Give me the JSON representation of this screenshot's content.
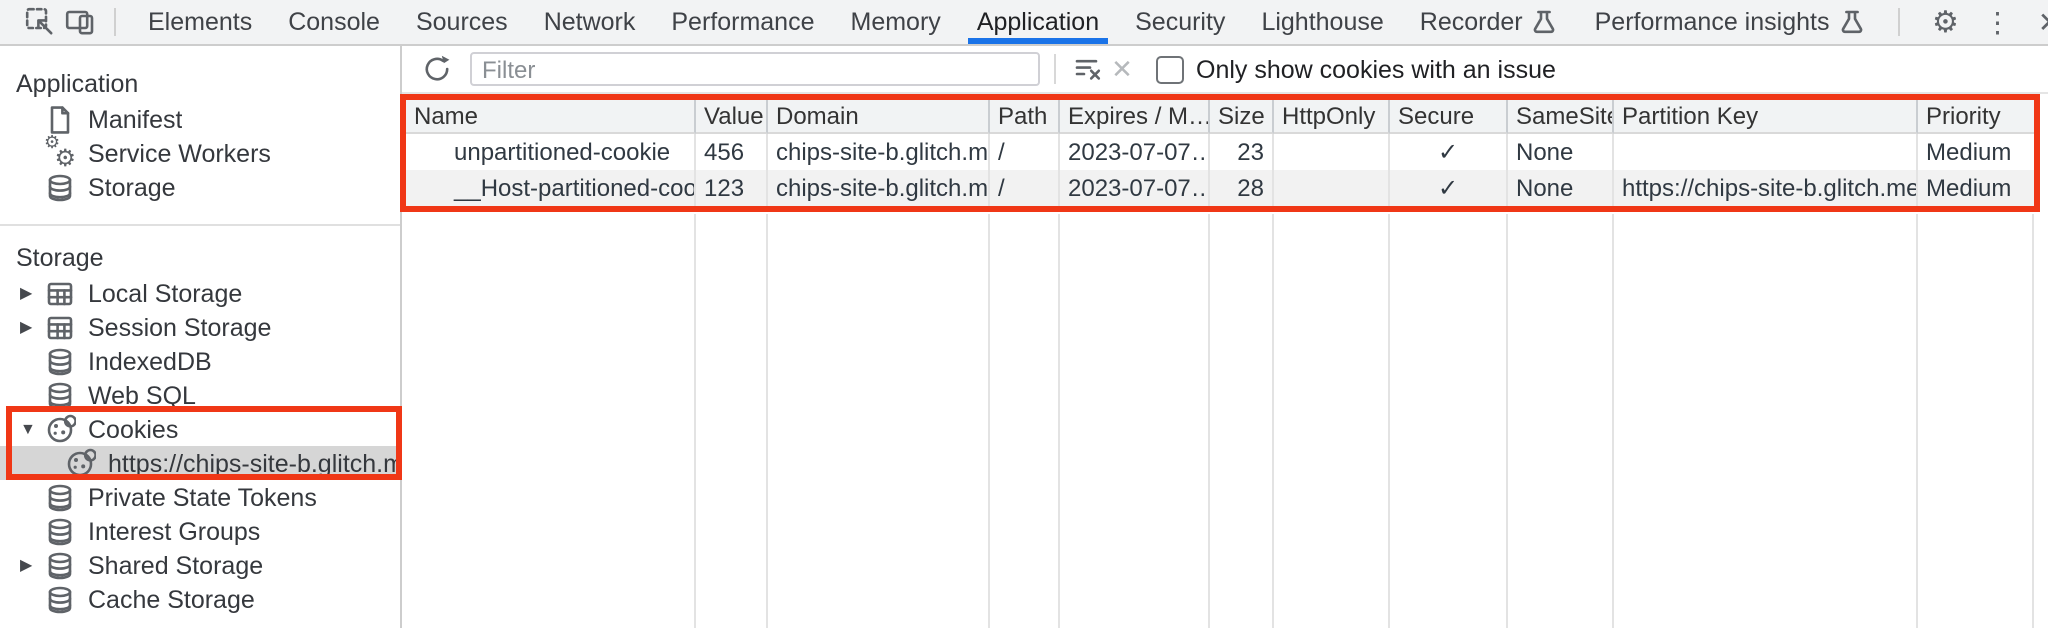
{
  "tabs": {
    "items": [
      {
        "label": "Elements"
      },
      {
        "label": "Console"
      },
      {
        "label": "Sources"
      },
      {
        "label": "Network"
      },
      {
        "label": "Performance"
      },
      {
        "label": "Memory"
      },
      {
        "label": "Application",
        "active": true
      },
      {
        "label": "Security"
      },
      {
        "label": "Lighthouse"
      },
      {
        "label": "Recorder",
        "experimental": true
      },
      {
        "label": "Performance insights",
        "experimental": true
      }
    ]
  },
  "icons": {
    "gear": "⚙",
    "more_vertical": "⋮",
    "close": "✕",
    "cancel": "✕",
    "expand_collapsed": "▶",
    "expand_expanded": "▼"
  },
  "sidebar": {
    "sections": [
      {
        "title": "Application",
        "items": [
          {
            "label": "Manifest",
            "icon": "file-icon"
          },
          {
            "label": "Service Workers",
            "icon": "gears-icon"
          },
          {
            "label": "Storage",
            "icon": "database-icon"
          }
        ]
      },
      {
        "title": "Storage",
        "items": [
          {
            "label": "Local Storage",
            "icon": "table-icon",
            "expander": "collapsed"
          },
          {
            "label": "Session Storage",
            "icon": "table-icon",
            "expander": "collapsed"
          },
          {
            "label": "IndexedDB",
            "icon": "database-icon"
          },
          {
            "label": "Web SQL",
            "icon": "database-icon"
          },
          {
            "label": "Cookies",
            "icon": "cookie-icon",
            "expander": "expanded"
          },
          {
            "label": "https://chips-site-b.glitch.me",
            "icon": "cookie-icon",
            "child": true,
            "selected": true
          },
          {
            "label": "Private State Tokens",
            "icon": "database-icon"
          },
          {
            "label": "Interest Groups",
            "icon": "database-icon"
          },
          {
            "label": "Shared Storage",
            "icon": "database-icon",
            "expander": "collapsed"
          },
          {
            "label": "Cache Storage",
            "icon": "database-icon"
          }
        ]
      }
    ]
  },
  "toolbar": {
    "filter_placeholder": "Filter",
    "checkbox_label": "Only show cookies with an issue",
    "checkbox_checked": false
  },
  "cookie_table": {
    "columns": [
      "Name",
      "Value",
      "Domain",
      "Path",
      "Expires / M…",
      "Size",
      "HttpOnly",
      "Secure",
      "SameSite",
      "Partition Key",
      "Priority"
    ],
    "rows": [
      {
        "cells": [
          "unpartitioned-cookie",
          "456",
          "chips-site-b.glitch.me",
          "/",
          "2023-07-07…",
          "23",
          "",
          "✓",
          "None",
          "",
          "Medium"
        ]
      },
      {
        "cells": [
          "__Host-partitioned-cookie",
          "123",
          "chips-site-b.glitch.me",
          "/",
          "2023-07-07…",
          "28",
          "",
          "✓",
          "None",
          "https://chips-site-b.glitch.me",
          "Medium"
        ]
      }
    ]
  },
  "colors": {
    "accent_blue": "#1a73e8",
    "annotation_red": "#f03716",
    "selection_gray": "#d6d6d6",
    "row_stripe": "#f2f2f2",
    "header_bg": "#f1f3f4"
  }
}
